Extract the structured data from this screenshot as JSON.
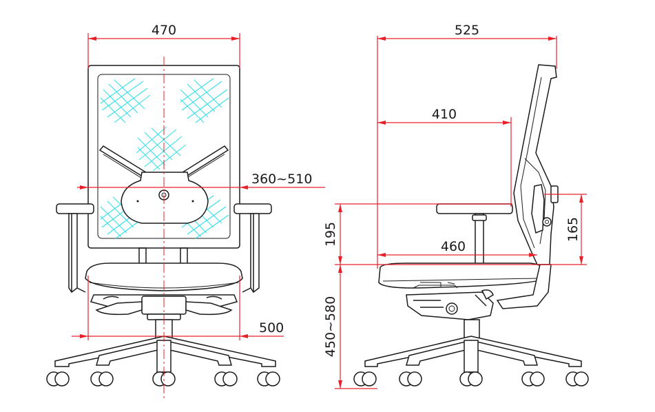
{
  "dimensions": {
    "front_width": "470",
    "headrest_height": "360~510",
    "base_width": "500",
    "side_depth": "525",
    "seat_depth": "410",
    "seat_width": "460",
    "armrest_height": "195",
    "lumbar_height": "165",
    "seat_height": "450~580"
  },
  "colors": {
    "dimension_lines": "#e8202a",
    "mesh": "#35e0e8",
    "outline": "#1a1a1a",
    "background": "#ffffff"
  }
}
